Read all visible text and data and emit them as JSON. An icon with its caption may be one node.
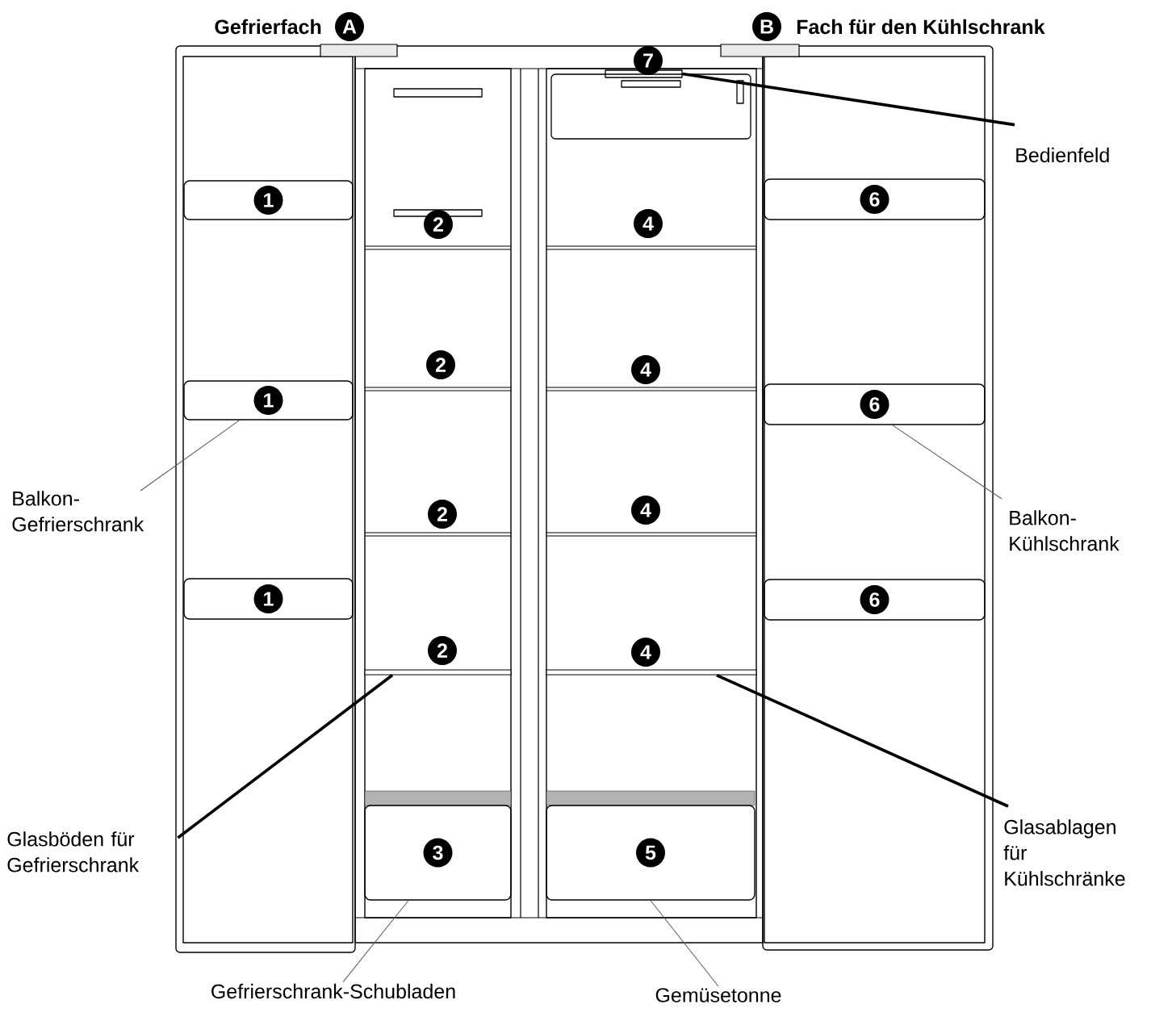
{
  "diagram": {
    "nodes": [
      {
        "text": [
          "1"
        ]
      },
      {
        "text": [
          "1"
        ]
      },
      {
        "text": [
          "1"
        ]
      },
      {
        "text": [
          "6"
        ]
      },
      {
        "text": [
          "6"
        ]
      },
      {
        "text": [
          "6"
        ]
      },
      {
        "text": [],
        "shape": "box"
      },
      {
        "text": [],
        "shape": "bar"
      },
      {
        "text": [],
        "shape": "bar"
      },
      {
        "text": [
          "3"
        ]
      },
      {
        "text": [
          "5"
        ]
      },
      {
        "text": [
          "Bedienfeld"
        ]
      },
      {
        "text": [
          "Balkon- Gefrierschrank"
        ]
      },
      {
        "text": [
          "Balkon- Kühlschrank"
        ]
      },
      {
        "text": [
          "Glasböden für Gefrierschrank"
        ]
      },
      {
        "text": [
          "Glasablagen für Kühlschränke"
        ]
      },
      {
        "text": [
          "Gefrierschrank-Schubladen"
        ]
      },
      {
        "text": [
          "Gemüsetonne"
        ]
      }
    ],
    "edges": [
      {
        "from": 11,
        "to": 6,
        "arrow": "none",
        "style": "thick"
      },
      {
        "from": 12,
        "to": 1,
        "arrow": "none"
      },
      {
        "from": 13,
        "to": 4,
        "arrow": "none"
      },
      {
        "from": 14,
        "to": 7,
        "arrow": "none",
        "style": "thick"
      },
      {
        "from": 15,
        "to": 8,
        "arrow": "none",
        "style": "thick"
      },
      {
        "from": 16,
        "to": 9,
        "arrow": "none"
      },
      {
        "from": 17,
        "to": 10,
        "arrow": "none"
      }
    ],
    "labels": [
      "Gefrierfach",
      "A",
      "B",
      "Fach für den Kühlschrank",
      "7",
      "2",
      "4",
      "2",
      "4",
      "2",
      "4",
      "2",
      "4"
    ]
  }
}
